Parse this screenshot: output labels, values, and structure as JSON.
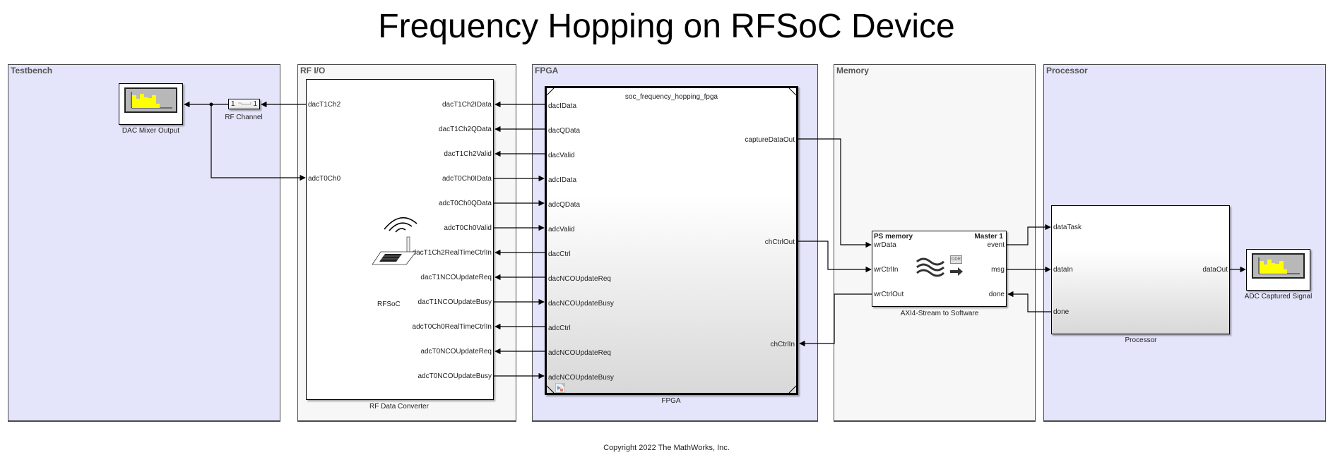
{
  "title": "Frequency Hopping on RFSoC Device",
  "footer": "Copyright 2022 The MathWorks, Inc.",
  "areas": {
    "testbench": "Testbench",
    "rfio": "RF I/O",
    "fpga": "FPGA",
    "memory": "Memory",
    "processor": "Processor"
  },
  "testbench": {
    "dac_scope_label": "DAC Mixer Output",
    "rf_channel_label": "RF Channel",
    "rf_channel_in": "1",
    "rf_channel_out": "1"
  },
  "rfdc": {
    "label": "RF Data  Converter",
    "icon_label": "RFSoC",
    "left_ports": [
      "dacT1Ch2",
      "adcT0Ch0"
    ],
    "right_ports": [
      "dacT1Ch2IData",
      "dacT1Ch2QData",
      "dacT1Ch2Valid",
      "adcT0Ch0IData",
      "adcT0Ch0QData",
      "adcT0Ch0Valid",
      "dacT1Ch2RealTimeCtrlIn",
      "dacT1NCOUpdateReq",
      "dacT1NCOUpdateBusy",
      "adcT0Ch0RealTimeCtrlIn",
      "adcT0NCOUpdateReq",
      "adcT0NCOUpdateBusy"
    ]
  },
  "fpga": {
    "label": "FPGA",
    "model_name": "soc_frequency_hopping_fpga",
    "left_ports": [
      "dacIData",
      "dacQData",
      "dacValid",
      "adcIData",
      "adcQData",
      "adcValid",
      "dacCtrl",
      "dacNCOUpdateReq",
      "dacNCOUpdateBusy",
      "adcCtrl",
      "adcNCOUpdateReq",
      "adcNCOUpdateBusy"
    ],
    "right_ports": [
      "captureDataOut",
      "chCtrlOut",
      "chCtrlIn"
    ]
  },
  "memory": {
    "label": "AXI4-Stream to Software",
    "header_left": "PS memory",
    "header_right": "Master 1",
    "ddr": "DDR",
    "left_ports": [
      "wrData",
      "wrCtrlIn",
      "wrCtrlOut"
    ],
    "right_ports": [
      "event",
      "msg",
      "done"
    ]
  },
  "processor": {
    "label": "Processor",
    "left_ports": [
      "dataTask",
      "dataIn",
      "done"
    ],
    "right_ports": [
      "dataOut"
    ],
    "adc_scope_label": "ADC Captured Signal"
  },
  "colors": {
    "area_blue": "#e4e4fa",
    "area_gray": "#f7f7f7",
    "scope_bars": "#ffff00"
  }
}
